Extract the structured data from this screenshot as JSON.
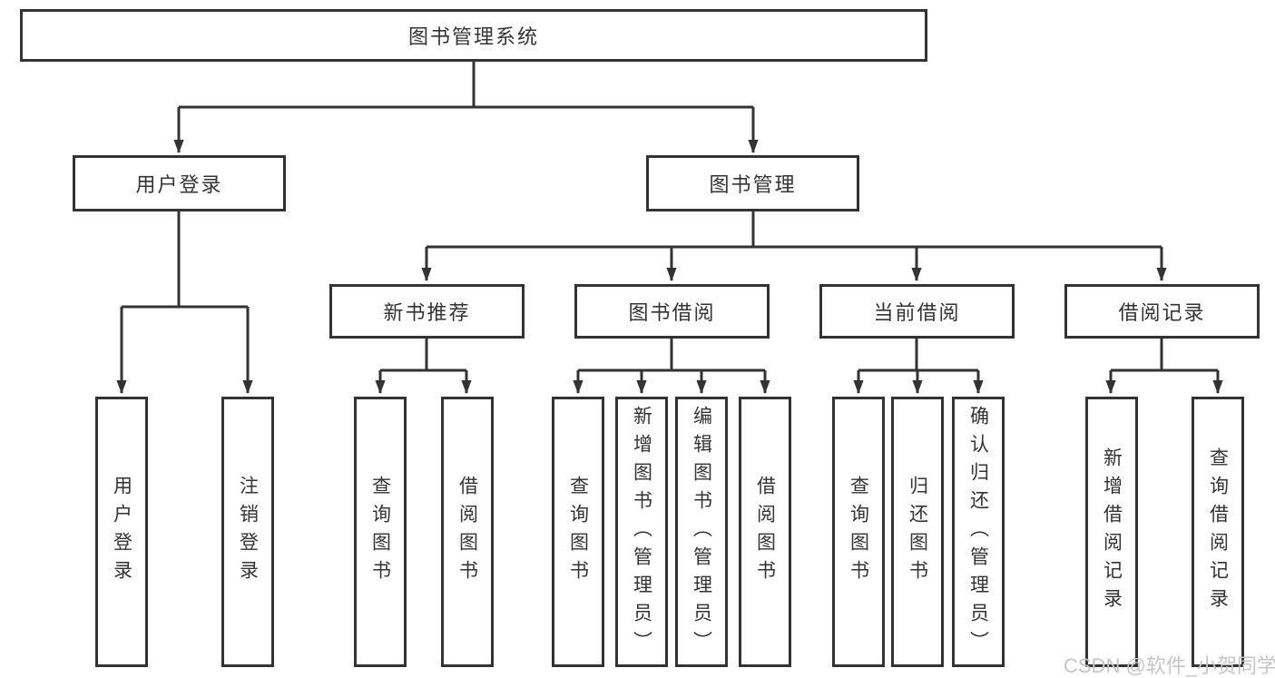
{
  "diagram": {
    "nodes": {
      "root": "图书管理系统",
      "user_login": "用户登录",
      "book_mgmt": "图书管理",
      "new_book_rec": "新书推荐",
      "book_borrow": "图书借阅",
      "current_borrow": "当前借阅",
      "borrow_record": "借阅记录",
      "leaf_user_login": "用户登录",
      "leaf_logout": "注销登录",
      "leaf_rec_query_book": "查询图书",
      "leaf_rec_borrow_book": "借阅图书",
      "leaf_bb_query_book": "查询图书",
      "leaf_bb_add_book": "新增图书（管理员）",
      "leaf_bb_edit_book": "编辑图书（管理员）",
      "leaf_bb_borrow_book": "借阅图书",
      "leaf_cb_query_book": "查询图书",
      "leaf_cb_return_book": "归还图书",
      "leaf_cb_confirm_return": "确认归还（管理员）",
      "leaf_br_add_record": "新增借阅记录",
      "leaf_br_query_record": "查询借阅记录"
    }
  },
  "watermark": {
    "text": "CSDN @软件_小贺同学"
  },
  "colors": {
    "line": "#333333",
    "box_border": "#333333",
    "box_fill": "#ffffff",
    "text": "#333333",
    "watermark": "#c5c5c5",
    "background": "#ffffff"
  }
}
